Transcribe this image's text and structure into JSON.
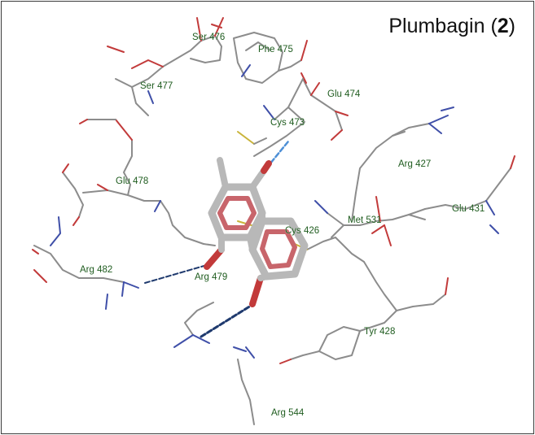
{
  "title": {
    "name": "Plumbagin",
    "open_paren": "(",
    "compound_number": "2",
    "close_paren": ")"
  },
  "residues": [
    {
      "label": "Ser 476"
    },
    {
      "label": "Phe 475"
    },
    {
      "label": "Ser 477"
    },
    {
      "label": "Glu 474"
    },
    {
      "label": "Cys 473"
    },
    {
      "label": "Arg 427"
    },
    {
      "label": "Glu 478"
    },
    {
      "label": "Met 531"
    },
    {
      "label": "Glu 431"
    },
    {
      "label": "Cys 426"
    },
    {
      "label": "Arg 482"
    },
    {
      "label": "Arg 479"
    },
    {
      "label": "Tyr 428"
    },
    {
      "label": "Arg 544"
    }
  ],
  "colors": {
    "carbon": "#8c8c8c",
    "oxygen": "#c23a3a",
    "nitrogen": "#3f4fa8",
    "sulfur": "#c9b43a",
    "ligand_carbon": "#b8b8b8",
    "ligand_ring": "#c8656b",
    "hbond_dark": "#1f3a6e",
    "hbond_light": "#4d8fd6",
    "label_text": "#1f5c1f"
  }
}
